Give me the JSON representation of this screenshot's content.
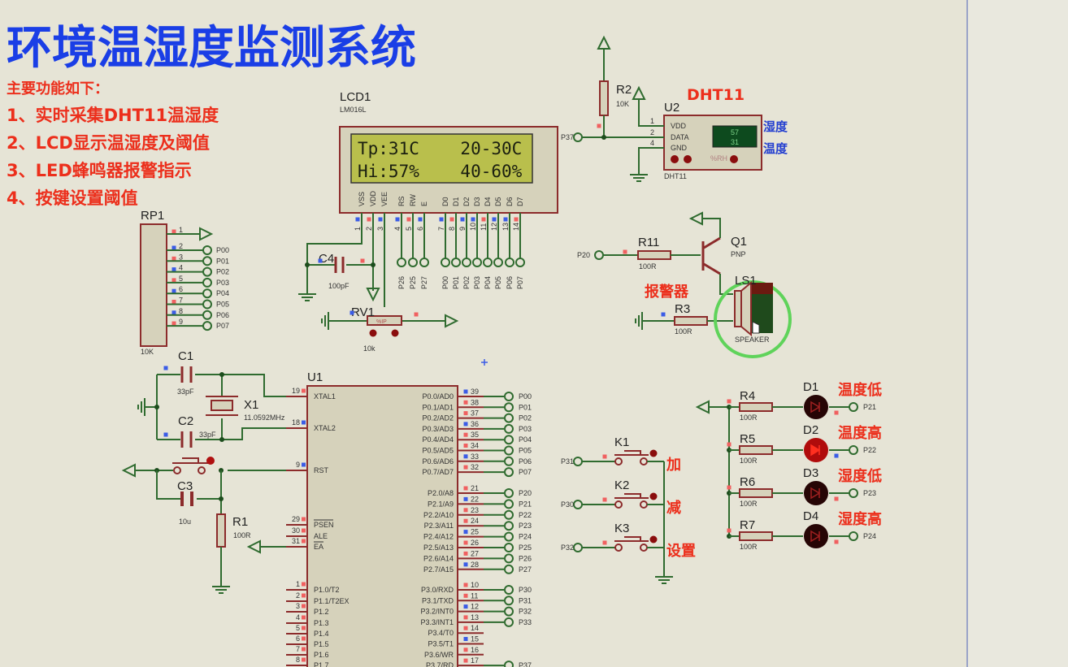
{
  "title": "环境温湿度监测系统",
  "features": {
    "heading": "主要功能如下：",
    "items": [
      "1、实时采集DHT11温湿度",
      "2、LCD显示温湿度及阈值",
      "3、LED蜂鸣器报警指示",
      "4、按键设置阈值"
    ]
  },
  "colors": {
    "title": "#1a3ee6",
    "annotation": "#ec2f1c",
    "wire": "#2f6b2f",
    "component": "#8c2b2b",
    "lcd_screen": "#b9bf4c"
  },
  "lcd": {
    "ref": "LCD1",
    "model": "LM016L",
    "line1": "Tp:31C    20-30C",
    "line2": "Hi:57%    40-60%",
    "pins": [
      {
        "num": "1",
        "name": "VSS"
      },
      {
        "num": "2",
        "name": "VDD"
      },
      {
        "num": "3",
        "name": "VEE"
      },
      {
        "num": "4",
        "name": "RS",
        "terminal": "P26"
      },
      {
        "num": "5",
        "name": "RW",
        "terminal": "P25"
      },
      {
        "num": "6",
        "name": "E",
        "terminal": "P27"
      },
      {
        "num": "7",
        "name": "D0",
        "terminal": "P00"
      },
      {
        "num": "8",
        "name": "D1",
        "terminal": "P01"
      },
      {
        "num": "9",
        "name": "D2",
        "terminal": "P02"
      },
      {
        "num": "10",
        "name": "D3",
        "terminal": "P03"
      },
      {
        "num": "11",
        "name": "D4",
        "terminal": "P04"
      },
      {
        "num": "12",
        "name": "D5",
        "terminal": "P05"
      },
      {
        "num": "13",
        "name": "D6",
        "terminal": "P06"
      },
      {
        "num": "14",
        "name": "D7",
        "terminal": "P07"
      }
    ]
  },
  "dht11": {
    "label": "DHT11",
    "ref": "U2",
    "model": "DHT11",
    "pins": [
      {
        "num": "1",
        "name": "VDD"
      },
      {
        "num": "2",
        "name": "DATA"
      },
      {
        "num": "4",
        "name": "GND"
      }
    ],
    "humidity": "57",
    "temperature": "31",
    "unit_label": "%RH",
    "side_labels": [
      "湿度",
      "温度"
    ],
    "data_terminal": "P37"
  },
  "r2": {
    "ref": "R2",
    "value": "10K"
  },
  "rp1": {
    "ref": "RP1",
    "value": "10K",
    "pins": [
      "1",
      "2",
      "3",
      "4",
      "5",
      "6",
      "7",
      "8",
      "9"
    ],
    "terminals": [
      "P00",
      "P01",
      "P02",
      "P03",
      "P04",
      "P05",
      "P06",
      "P07"
    ]
  },
  "c4": {
    "ref": "C4",
    "value": "100pF"
  },
  "rv1": {
    "ref": "RV1",
    "value": "10k",
    "marking": "%IP"
  },
  "c1": {
    "ref": "C1",
    "value": "33pF"
  },
  "c2": {
    "ref": "C2",
    "value": "33pF"
  },
  "x1": {
    "ref": "X1",
    "value": "11.0592MHz"
  },
  "c3": {
    "ref": "C3",
    "value": "10u"
  },
  "r1": {
    "ref": "R1",
    "value": "100R"
  },
  "mcu": {
    "ref": "U1",
    "left_pins": [
      {
        "num": "19",
        "name": "XTAL1"
      },
      {
        "num": "18",
        "name": "XTAL2"
      },
      {
        "num": "9",
        "name": "RST"
      },
      {
        "num": "29",
        "name": "PSEN"
      },
      {
        "num": "30",
        "name": "ALE"
      },
      {
        "num": "31",
        "name": "EA"
      },
      {
        "num": "1",
        "name": "P1.0/T2"
      },
      {
        "num": "2",
        "name": "P1.1/T2EX"
      },
      {
        "num": "3",
        "name": "P1.2"
      },
      {
        "num": "4",
        "name": "P1.3"
      },
      {
        "num": "5",
        "name": "P1.4"
      },
      {
        "num": "6",
        "name": "P1.5"
      },
      {
        "num": "7",
        "name": "P1.6"
      },
      {
        "num": "8",
        "name": "P1.7"
      }
    ],
    "right_pins": [
      {
        "num": "39",
        "name": "P0.0/AD0",
        "terminal": "P00"
      },
      {
        "num": "38",
        "name": "P0.1/AD1",
        "terminal": "P01"
      },
      {
        "num": "37",
        "name": "P0.2/AD2",
        "terminal": "P02"
      },
      {
        "num": "36",
        "name": "P0.3/AD3",
        "terminal": "P03"
      },
      {
        "num": "35",
        "name": "P0.4/AD4",
        "terminal": "P04"
      },
      {
        "num": "34",
        "name": "P0.5/AD5",
        "terminal": "P05"
      },
      {
        "num": "33",
        "name": "P0.6/AD6",
        "terminal": "P06"
      },
      {
        "num": "32",
        "name": "P0.7/AD7",
        "terminal": "P07"
      },
      {
        "num": "21",
        "name": "P2.0/A8",
        "terminal": "P20"
      },
      {
        "num": "22",
        "name": "P2.1/A9",
        "terminal": "P21"
      },
      {
        "num": "23",
        "name": "P2.2/A10",
        "terminal": "P22"
      },
      {
        "num": "24",
        "name": "P2.3/A11",
        "terminal": "P23"
      },
      {
        "num": "25",
        "name": "P2.4/A12",
        "terminal": "P24"
      },
      {
        "num": "26",
        "name": "P2.5/A13",
        "terminal": "P25"
      },
      {
        "num": "27",
        "name": "P2.6/A14",
        "terminal": "P26"
      },
      {
        "num": "28",
        "name": "P2.7/A15",
        "terminal": "P27"
      },
      {
        "num": "10",
        "name": "P3.0/RXD",
        "terminal": "P30"
      },
      {
        "num": "11",
        "name": "P3.1/TXD",
        "terminal": "P31"
      },
      {
        "num": "12",
        "name": "P3.2/INT0",
        "terminal": "P32"
      },
      {
        "num": "13",
        "name": "P3.3/INT1",
        "terminal": "P33"
      },
      {
        "num": "14",
        "name": "P3.4/T0"
      },
      {
        "num": "15",
        "name": "P3.5/T1"
      },
      {
        "num": "16",
        "name": "P3.6/WR"
      },
      {
        "num": "17",
        "name": "P3.7/RD",
        "terminal": "P37"
      }
    ]
  },
  "buzzer": {
    "r11": {
      "ref": "R11",
      "value": "100R",
      "terminal": "P20"
    },
    "q1": {
      "ref": "Q1",
      "type": "PNP"
    },
    "label": "报警器",
    "r3": {
      "ref": "R3",
      "value": "100R"
    },
    "ls1": {
      "ref": "LS1",
      "model": "SPEAKER"
    }
  },
  "keys": [
    {
      "ref": "K1",
      "terminal": "P31",
      "label": "加"
    },
    {
      "ref": "K2",
      "terminal": "P30",
      "label": "减"
    },
    {
      "ref": "K3",
      "terminal": "P32",
      "label": "设置"
    }
  ],
  "leds": [
    {
      "r": "R4",
      "value": "100R",
      "ref": "D1",
      "terminal": "P21",
      "label": "温度低",
      "lit": false
    },
    {
      "r": "R5",
      "value": "100R",
      "ref": "D2",
      "terminal": "P22",
      "label": "温度高",
      "lit": true
    },
    {
      "r": "R6",
      "value": "100R",
      "ref": "D3",
      "terminal": "P23",
      "label": "湿度低",
      "lit": false
    },
    {
      "r": "R7",
      "value": "100R",
      "ref": "D4",
      "terminal": "P24",
      "label": "湿度高",
      "lit": false
    }
  ]
}
